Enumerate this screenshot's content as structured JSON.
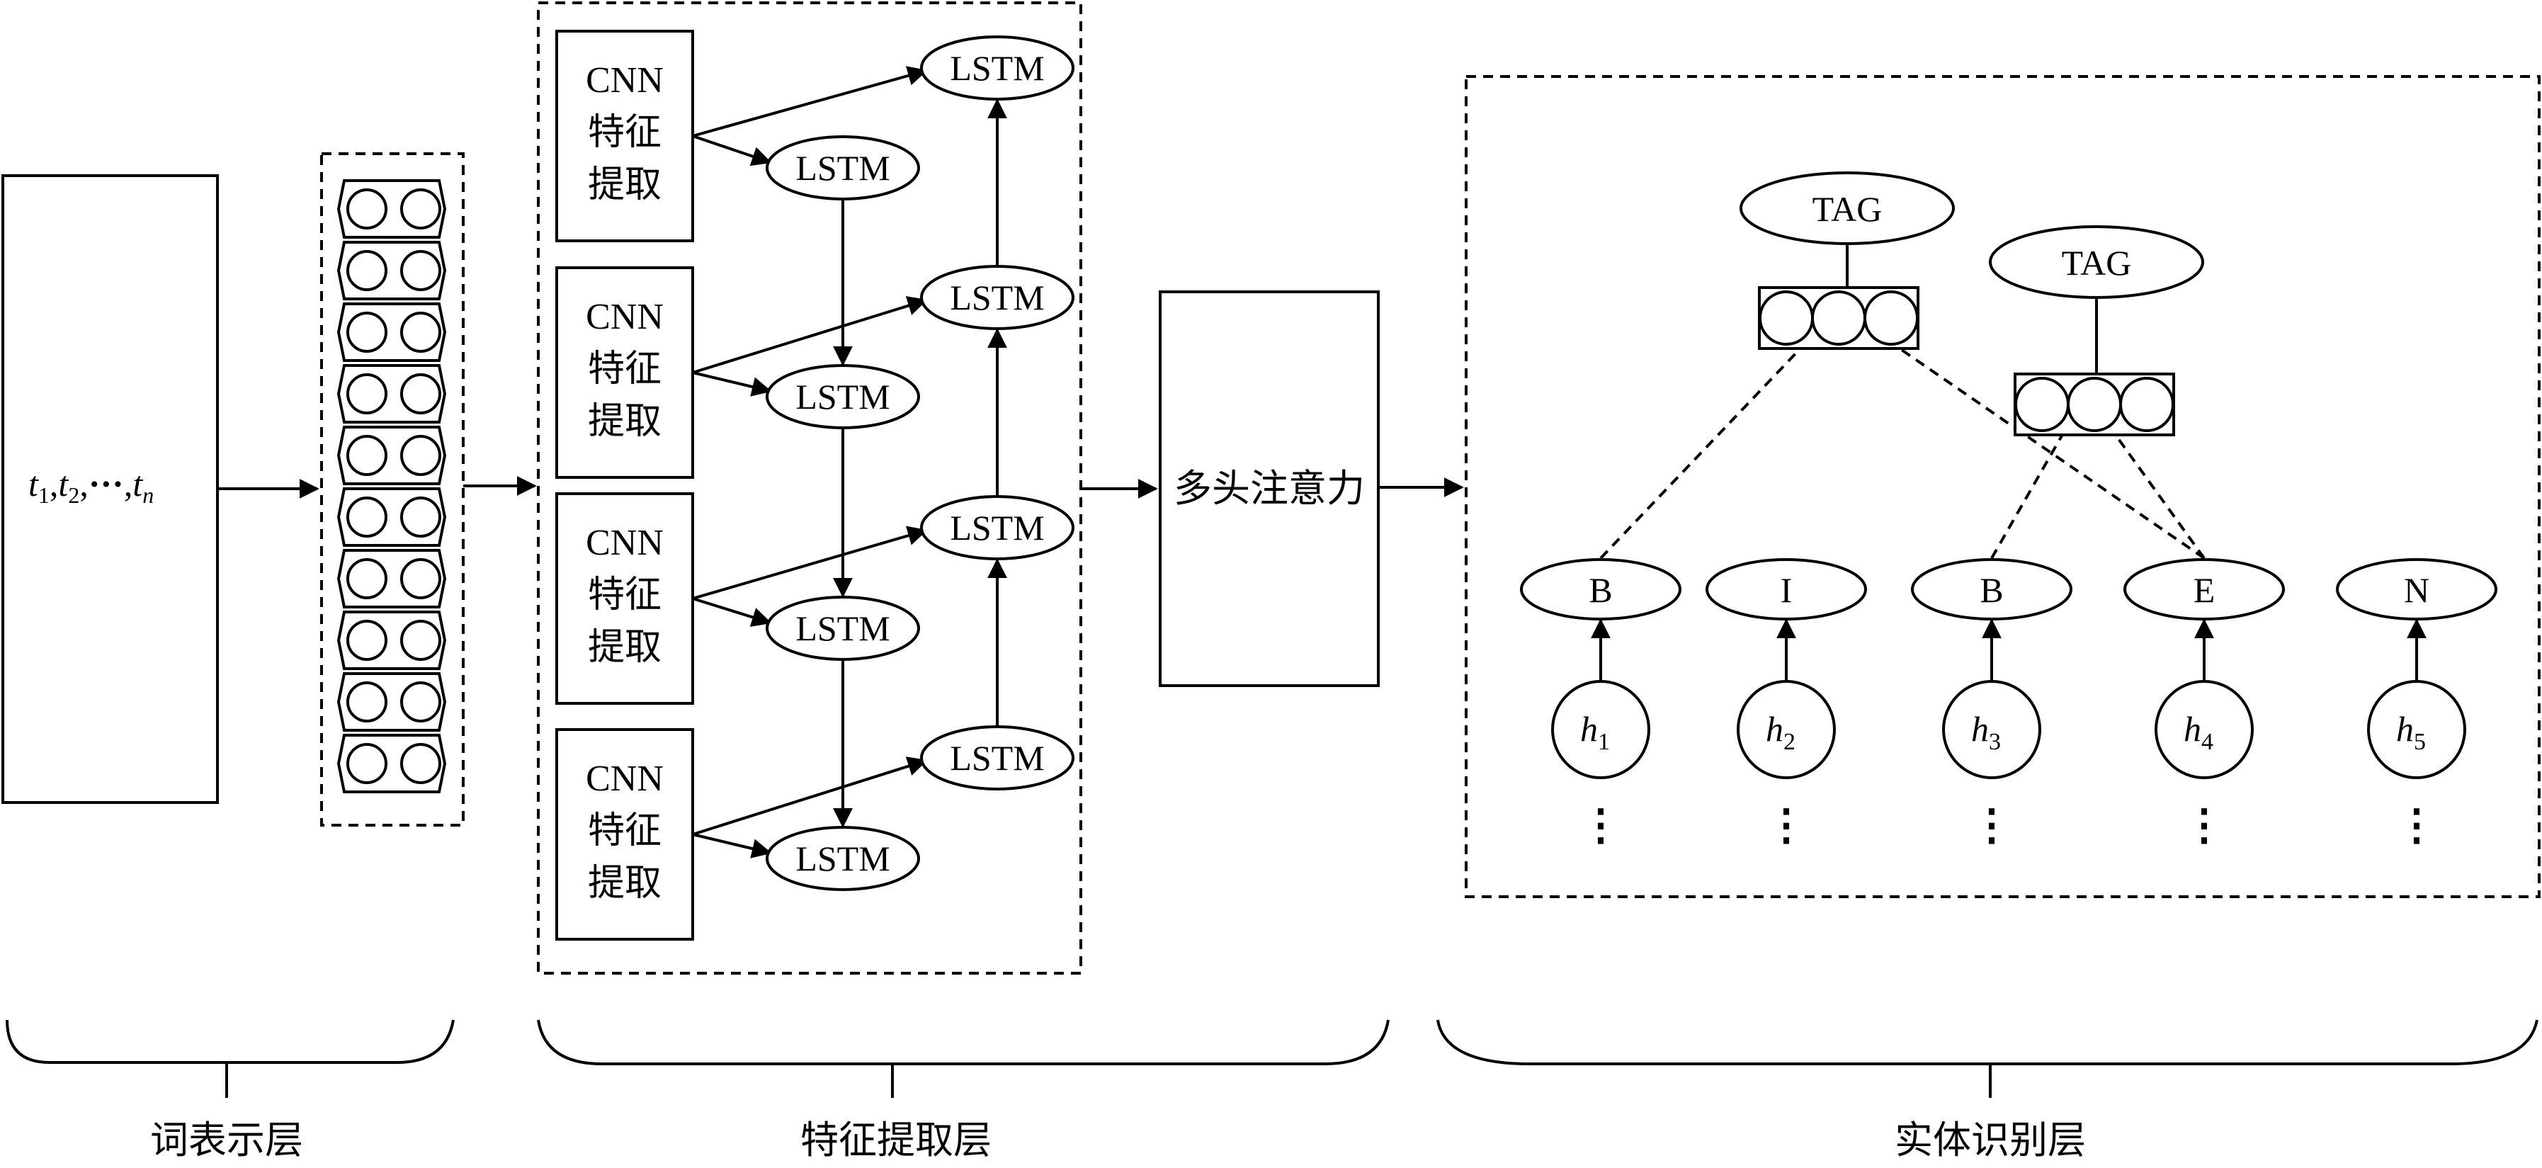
{
  "input_box": {
    "tokens": [
      "t",
      "1",
      ",",
      "t",
      "2",
      ",",
      "···",
      ",",
      "t",
      "n"
    ]
  },
  "cnn_blocks": [
    {
      "line1": "CNN",
      "line2": "特征",
      "line3": "提取"
    },
    {
      "line1": "CNN",
      "line2": "特征",
      "line3": "提取"
    },
    {
      "line1": "CNN",
      "line2": "特征",
      "line3": "提取"
    },
    {
      "line1": "CNN",
      "line2": "特征",
      "line3": "提取"
    }
  ],
  "lstm_label": "LSTM",
  "attention_label": "多头注意力",
  "tag_label": "TAG",
  "entity_labels": [
    "B",
    "I",
    "B",
    "E",
    "N"
  ],
  "hidden_states": [
    {
      "base": "h",
      "sub": "1"
    },
    {
      "base": "h",
      "sub": "2"
    },
    {
      "base": "h",
      "sub": "3"
    },
    {
      "base": "h",
      "sub": "4"
    },
    {
      "base": "h",
      "sub": "5"
    }
  ],
  "ellipsis": "⋮",
  "layers": {
    "word_repr": "词表示层",
    "feature_extract": "特征提取层",
    "entity_recog": "实体识别层"
  }
}
